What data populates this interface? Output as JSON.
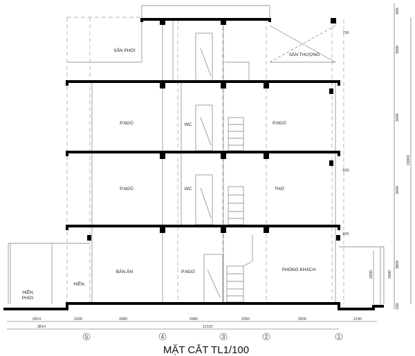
{
  "title": "MẶT CẮT  TL1/100",
  "rooms": {
    "san_phoi": "SÂN PHƠI",
    "san_thuong": "SÂN THƯỢNG",
    "f3_bedroom": "P.NGỦ",
    "f3_wc": "WC",
    "f3_bedroom_right": "P.NGỦ",
    "f2_bedroom": "P.NGỦ",
    "f2_wc": "WC",
    "f2_worship": "THỜ",
    "dining": "BÀN ĂN",
    "g_bedroom": "P.NGỦ",
    "living": "PHÒNG KHÁCH",
    "porch": "HIÊN",
    "drying_porch_1": "HIÊN",
    "drying_porch_2": "PHƠI"
  },
  "dims_horizontal_row1": [
    "2814",
    "1000",
    "3380",
    "2980",
    "2050",
    "3500",
    "2140"
  ],
  "dims_horizontal_row2": [
    "3814",
    "12110"
  ],
  "dims_vertical": [
    "600",
    "3000",
    "3400",
    "3400",
    "3800",
    "200"
  ],
  "dim_vertical_total": "13000",
  "dims_detail": {
    "balcony_top": "790",
    "balcony_f2": "600",
    "balcony_f1": "600",
    "gate_left": "2600",
    "gate_right": "2800"
  },
  "axes": [
    "5",
    "4",
    "3",
    "2",
    "1"
  ]
}
